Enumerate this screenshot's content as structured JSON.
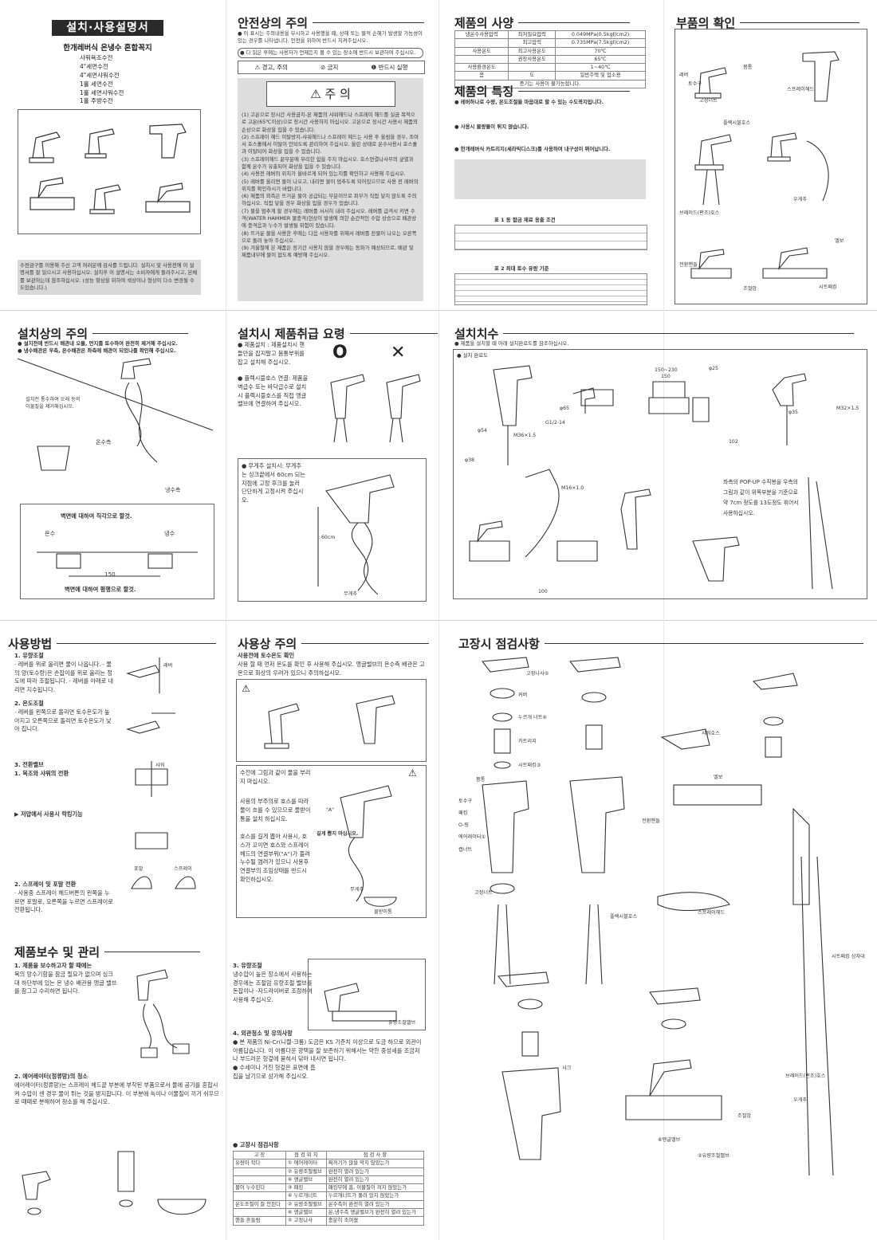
{
  "cover": {
    "title": "설치·사용설명서",
    "subtitle": "한개레버식 온냉수 혼합꼭지",
    "models": [
      "샤워욕조수전",
      "4\"세면수전",
      "4\"세면샤워수전",
      "1홀 세면수전",
      "1홀 세면샤워수전",
      "1홀 주방수전"
    ],
    "thanks": "수전금구를 이용해 주신 고객 여러분께 감사를 드립니다. 설치시 및 사용전에 이 설명서를 잘 읽으시고 사용하십시오. 설치후 이 설명서는 소비자에게 돌려주시고, 본체를 보관하는데 참조하십시오. (성능 향상을 위하여 색상이나 형상이 다소 변경될 수도있습니다.)"
  },
  "safety": {
    "title": "안전상의 주의",
    "note1": "● 이 표시는 주의내용을 무시하고 사용했을 때, 상해 또는 물적 손해가 발생할 가능성이 있는 경우를 나타냅니다. 안전을 위하여 반드시 지켜주십시오.",
    "note2": "● 다 읽은 후에는 사용자가 언제든지 볼 수 있는 장소에 반드시 보관하여 주십시오.",
    "icons": [
      "경고, 주의",
      "금지",
      "반드시 실행"
    ],
    "caution_head": "주 의",
    "caution_items": [
      "(1) 고온으로 장시간 사용금지-본 제품의 샤워헤드나 스프레이 헤드를 실금 목적으로 고온(65℃이상)으로 장시간 사용하지 마십시오. 고온으로 장시간 사용시 제품의 손상으로 화상을 입을 수 있습니다.",
      "(2) 스프레이 헤드 이탈방지-샤워헤드나 스프레이 헤드는 사용 후 올림을 경우, 조여서 호스홀에서 이탈이 안되도록 관리하여 주십시오. 올린 상태로 온수사용시 호스홀과 이탈되어 화상을 입을 수 있습니다.",
      "(3) 스프레이헤드 끝부분에 무리한 힘을 주지 마십시오. 호스연결나사부의 균열과 함께 온수가 유출되어 화상을 입을 수 있습니다.",
      "(4) 사용전 레버의 위치가 올바르게 되어 있는지를 확인하고 사용해 주십시오.",
      "(5) 레버를 올리면 물이 나오고, 내리면 물이 멈추도록 되어있으므로 사용 전 레버의 위치를 확인하시기 바랍니다.",
      "(6) 제품의 외측은 뜨거운 물이 공급되는 부분이므로 피부가 직접 닿지 않도록 주의 하십시오. 직접 닿을 경우 화상을 입을 경우가 있습니다.",
      "(7) 물을 멈추게 할 경우에는 레버를 서서히 내려 주십시오. 레버를 급격시 키면 수격(WATER HAMMER 물충격)현상이 발생에 의한 순간적인 수압 상승으로 배관상에 충격음과 누수가 발생될 위험이 있습니다.",
      "(8) 뜨거운 물을 사용한 후에는 다음 사용자를 위해서 레버를 찬물이 나오는 오른쪽으로 돌려 놓아 주십시오.",
      "(9) 겨울철에 본 제품은 장기간 사용치 않을 경우에는 동파가 예상되므로, 배관 및 제품내부에 물이 없도록 예방해 주십시오."
    ]
  },
  "spec": {
    "title": "제품의 사양",
    "rows": [
      [
        "냉온수사용압력",
        "최저필요압력",
        "0.049MPa(0.5kgf/cm2)"
      ],
      [
        "",
        "최고압력",
        "0.735MPa(7.5kgf/cm2)"
      ],
      [
        "사용온도",
        "최고사용온도",
        "70℃"
      ],
      [
        "",
        "권장사용온도",
        "65℃"
      ],
      [
        "사용환경온도",
        "",
        "1~40℃"
      ],
      [
        "몸",
        "도",
        "일반주택 및 업소용"
      ],
      [
        "",
        "증기는 사용이 불가능합니다.",
        ""
      ]
    ]
  },
  "feature": {
    "title": "제품의 특징",
    "items": [
      "● 레버하나로 수량, 온도조절을 마음대로 할 수 있는 수도꼭지입니다.",
      "● 사용시 불량물이 튀지 않습니다.",
      "● 한개레버식 카트리지(세라믹디스크)를 사용하여 내구성이 뛰어납니다."
    ],
    "table1_title": "표 1 동 함금 재료 용출 조건",
    "table2_title": "표 2 최대 토수 유량 기준"
  },
  "parts": {
    "title": "부품의 확인",
    "labels": [
      "레버",
      "몸통",
      "토수구",
      "고정너트",
      "스프레이헤드",
      "플렉시블호스",
      "브레이드(편조)호스",
      "우게추",
      "전환핸들",
      "시트패킹",
      "조절암",
      "엘보"
    ]
  },
  "install_caution": {
    "title": "설치상의 주의",
    "items": [
      "● 설치전에 반드시 배관내 오물, 먼지를 토수하여 완전히 제거해 주십시오.",
      "● 냉수배관은 우측, 온수배관은 좌측에 배관이 되었나를 확인해 주십시오."
    ],
    "note": "설치전 통수하여 오래 등의 이물질을 제거해십시오.",
    "hot": "온수측",
    "cold": "냉수측",
    "wall_perp": "벽면에 대하여 직각으로 할것.",
    "wall_para": "벽면에 대하여 평행으로 할것.",
    "dim": "150",
    "on": "온수",
    "naeng": "냉수"
  },
  "handling": {
    "title": "설치시 제품취급 요령",
    "text1": "● 제품설치 : 제품설치시 핸들만을 잡지말고 몸통부위를 잡고 설치해 주십시오.",
    "text2": "● 플렉시블호스 연결: 제품을 벽급수 또는 바닥급수로 설치시 플렉시블호스를 직접 앵글밸브에 연결하여 주십시오.",
    "text3": "● 무게추 설치시: 무게추는 싱크끝에서 60cm 되는 지점에 고정 후크를 눌러 단단하게 고정시켜 주십시오.",
    "o": "O",
    "x": "✕",
    "dim60": "60cm",
    "weight": "무게추"
  },
  "dims": {
    "title": "설치치수",
    "note": "● 제품을 설치할 때 아래 설치완료도를 참조하십시오.",
    "sub": "● 설치 완료도",
    "labels": [
      "φ65",
      "G1/2-14",
      "φ54",
      "M36×1.5",
      "φ38",
      "M16×1.0",
      "150~230",
      "150",
      "φ25",
      "102",
      "M32×1.5",
      "φ35",
      "100"
    ],
    "popup": "좌측의 POP-UP 수직봉을 우측의 그림과 같이 위쪽부분을 기준으로 약 7cm 정도를 13도정도 휘어서 사용하십시오."
  },
  "usage": {
    "title": "사용방법",
    "s1": "1. 유량조절",
    "s1t": "· 레버를 위로 올리면 물이 나옵니다. · 물의 양(토수량)은 손잡이를 위로 올리는 정도에 따라 조절됩니다. · 레버를 아래로 내리면 지수됩니다.",
    "s2": "2. 온도조절",
    "s2t": "· 레버를 왼쪽으로 돌리면 토수온도가 높아지고 오른쪽으로 돌리면 토수온도가 낮아 집니다.",
    "s3": "3. 전환밸브",
    "s3a": "1. 목조와 샤워의 전환",
    "s3b": "▶ 저압에서 사용시 락킹기능",
    "s4": "2. 스프레이 및 포말 전환",
    "s4t": "· 사용중 스프레이 헤드버튼의 왼쪽을 누르면 포말로, 오른쪽을 누르면 스프레이로 전환됩니다.",
    "lever": "레버",
    "shower": "샤워",
    "foam": "포말",
    "spray": "스프레이"
  },
  "use_caution": {
    "title": "사용상 주의",
    "sub": "사용전에 토수온도 확인",
    "t1": "사용 할 때 먼저 온도를 확인 후 사용해 주십시오. 앵글밸브의 온수측 배관은 고온으로 화상의 우려가 있으니 주의하십시오.",
    "t2": "수전에 그림과 같이 물을 부리지 마십시오.",
    "t3": "사용의 부주의로 호스를 따라 물이 흐를 수 있으므로 물받이통을 설치 하십시오.",
    "t4": "호스를 길게 뽑아 사용시, 호스가 꼬이면 호스와 스프레이헤드의 연결부위(\"A\")가 풀려 누수될 염려가 있으니 사용후 연결부의 조임상태를 반드시 확인하십시오.",
    "a": "\"A\"",
    "twist": "길게 뽑지 마십시오.",
    "weight": "무게추",
    "tray": "물받이통"
  },
  "troubleshoot": {
    "title": "고장시 점검사항",
    "labels": [
      "고정나사⑤",
      "커버",
      "누르개 너트④",
      "카트리지",
      "시트패킹③",
      "몸통",
      "토수구",
      "패킹",
      "O-링",
      "에어레이터①",
      "캡너트",
      "고정너트",
      "샤워호스",
      "엘보",
      "전환핸들",
      "플렉시블호스",
      "스프레이헤드",
      "우게추",
      "브레이드(편조)호스",
      "샤크",
      "조절암",
      "⑥앵글밸브",
      "②유량조절밸브",
      "시트패킹 상자대"
    ]
  },
  "maintenance": {
    "title": "제품보수 및 관리",
    "m1": "1. 제품을 보수하고자 할 때에는",
    "m1t": "목의 앙수기함을 잠금 필요가 없으며 싱크대 하단부에 있는 온 냉수 배관용 앵글 밸브를 잠그고 수리하면 됩니다.",
    "m2": "2. 에어레이터(정류망)의 청소",
    "m2t": "에어레이터(정류망)는 스프레이 헤드끝 부분에 부착된 부품으로서 물에 공기를 혼합시켜 수압이 센 경우 물이 튀는 것을 방지합니다. 이 부분에 녹이나 이물질이 끼거 쉬우므로 때때로 분해하여 청소를 해 주십시오.",
    "m3": "3. 유량조절",
    "m3t": "냉수압이 높은 장소에서 사용하는 경우에는 조절암 유량조절 밸브를 돈잡이나 -자드라이버로 조정하여 사용해 주십시오.",
    "valve": "유량조절밸브",
    "m4": "4. 외관청소 및 유의사항",
    "m4a": "● 본 제품의 Ni-Cr(니켈-크롬) 도금은 KS 기준치 이상으로 도금 하므로 외관이 아름답습니다. 이 아름다운 광택을 잘 보존하기 위해서는 약한 중성세를 조금저나 부드러운 헝겊에 묻혀서 닦아 내시면 됩니다.",
    "m4b": "● 수세미나 거친 헝겊은 표면에 흠집을 남기므로 삼가해 주십시오."
  },
  "fault_table": {
    "title": "● 고장시 점검사항",
    "head": [
      "고 장",
      "점 검 위 치",
      "점 검 사 항"
    ],
    "rows": [
      [
        "유량이 작다",
        "① 에어레이터",
        "찌꺼기가 많을 막지 않았는가"
      ],
      [
        "",
        "② 유량조절밸브",
        "완전히 열려 있는가"
      ],
      [
        "",
        "⑥ 앵글밸브",
        "완전히 열려 있는가"
      ],
      [
        "물이 누수된다",
        "③ 패킹",
        "패킹부에 흠, 이물질이 끼지 않았는가"
      ],
      [
        "",
        "④ 누르개너트",
        "누르개너트가 풀려 있지 않았는가"
      ],
      [
        "온도조절이 잘 안된다",
        "② 유량조절밸브",
        "온수측이 완전히 열려 있는가"
      ],
      [
        "",
        "⑥ 앵글밸브",
        "온,냉수측 앵글밸브가 완전히 열려 있는가"
      ],
      [
        "핸들 흔들림",
        "⑤ 고정나사",
        "충분히 조여졌"
      ]
    ]
  }
}
